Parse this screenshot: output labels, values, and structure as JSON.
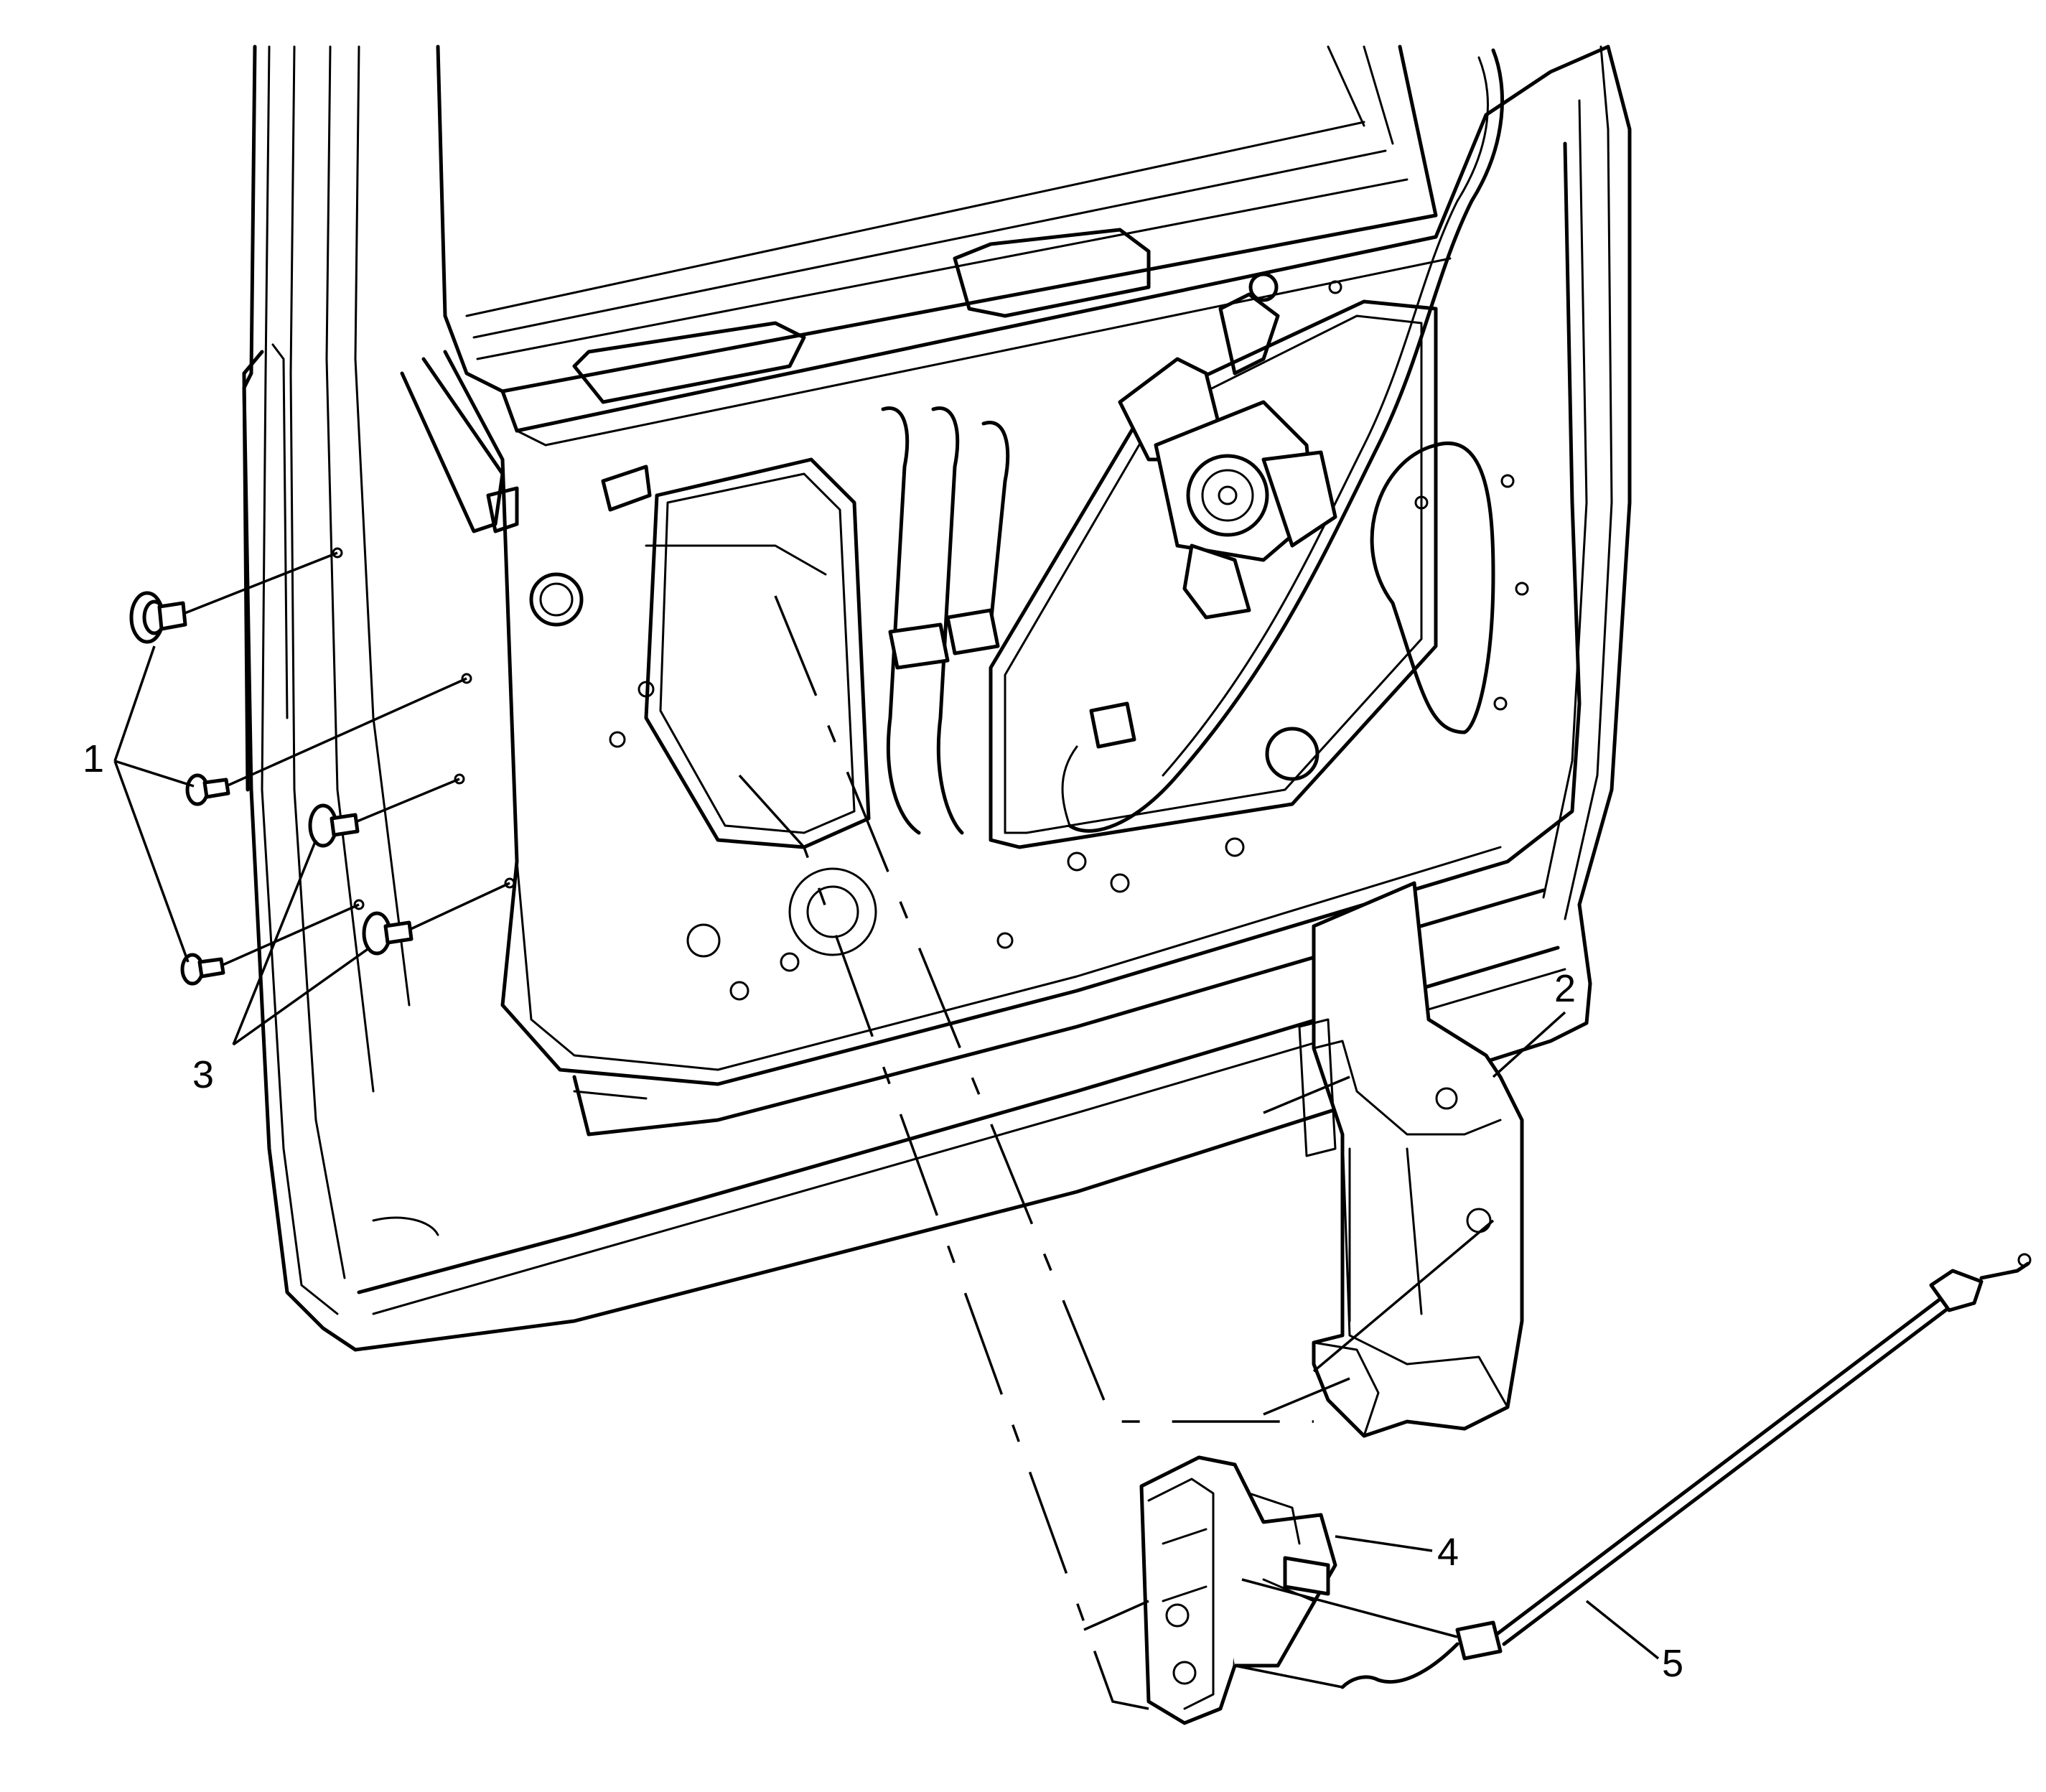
{
  "callouts": [
    {
      "id": "1",
      "label": "1"
    },
    {
      "id": "2",
      "label": "2"
    },
    {
      "id": "3",
      "label": "3"
    },
    {
      "id": "4",
      "label": "4"
    },
    {
      "id": "5",
      "label": "5"
    }
  ],
  "icons": {
    "door-frame": "door-inner-panel-icon",
    "window-motor": "window-regulator-motor-icon",
    "bracket": "lock-bracket-icon",
    "latch": "door-latch-icon",
    "cable": "lock-cable-icon",
    "fastener": "bolt-icon"
  }
}
